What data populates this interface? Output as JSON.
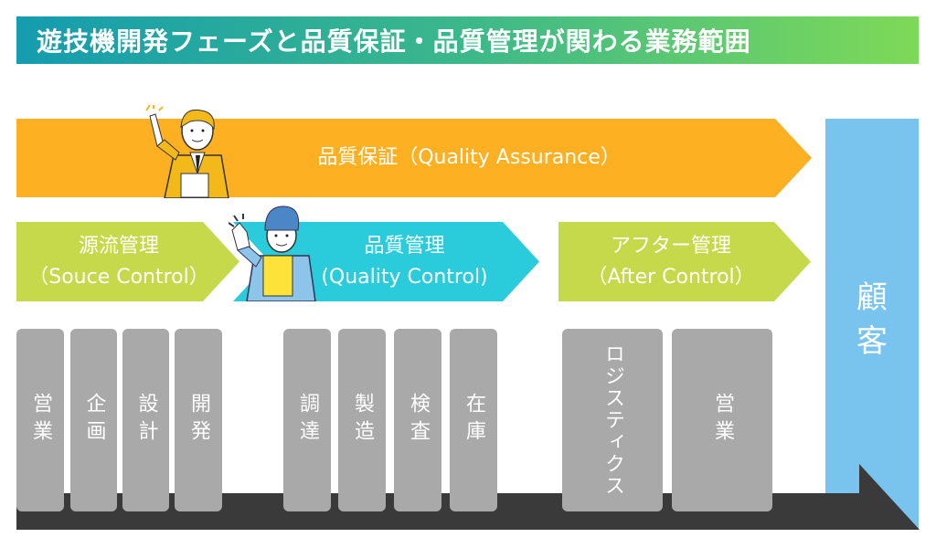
{
  "title": "遊技機開発フェーズと品質保証・品質管理が関わる業務範囲",
  "quality_assurance": {
    "label": "品質保証（Quality Assurance）"
  },
  "source_control": {
    "line1": "源流管理",
    "line2": "（Souce Control）"
  },
  "quality_control": {
    "line1": "品質管理",
    "line2": "(Quality Control)"
  },
  "after_control": {
    "line1": "アフター管理",
    "line2": "（After Control）"
  },
  "customer": {
    "line1": "顧",
    "line2": "客"
  },
  "tasks": {
    "source": [
      "営業",
      "企画",
      "設計",
      "開発"
    ],
    "quality": [
      "調達",
      "製造",
      "検査",
      "在庫"
    ],
    "after": [
      "ロジスティクス",
      "営業"
    ]
  },
  "colors": {
    "qa": "#fdb021",
    "source": "#c5d94a",
    "qc": "#2acbda",
    "customer": "#79c3ef",
    "task": "#a9a9a9",
    "timeline": "#3a3a3a"
  }
}
